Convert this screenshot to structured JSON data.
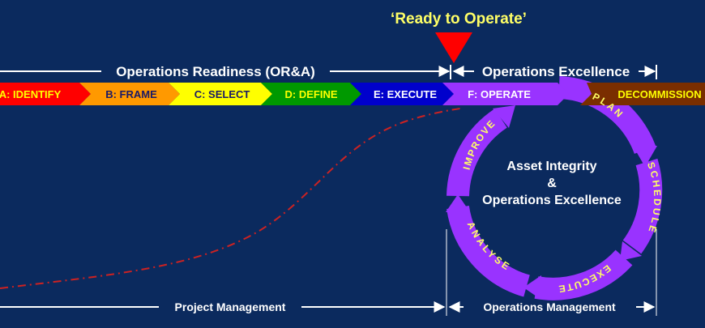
{
  "milestone": {
    "label": "‘Ready to Operate’",
    "color": "#ffff66",
    "marker_color": "#ff0000"
  },
  "top_spans": {
    "readiness": "Operations Readiness (OR&A)",
    "excellence": "Operations Excellence"
  },
  "phases": [
    {
      "label": "A: IDENTIFY",
      "color": "#ff0000",
      "text_color": "#ffff00"
    },
    {
      "label": "B: FRAME",
      "color": "#ff9900",
      "text_color": "#1a1a66"
    },
    {
      "label": "C: SELECT",
      "color": "#ffff00",
      "text_color": "#1a1a66"
    },
    {
      "label": "D: DEFINE",
      "color": "#009900",
      "text_color": "#ffff00"
    },
    {
      "label": "E: EXECUTE",
      "color": "#0000cc",
      "text_color": "#ffffff"
    },
    {
      "label": "F: OPERATE",
      "color": "#9933ff",
      "text_color": "#ffffff"
    },
    {
      "label": "DECOMMISSION",
      "color": "#7a2e00",
      "text_color": "#ffff00"
    }
  ],
  "cycle": {
    "center_line1": "Asset Integrity",
    "center_line2": "&",
    "center_line3": "Operations Excellence",
    "color": "#9933ff",
    "steps": [
      "PLAN",
      "SCHEDULE",
      "EXECUTE",
      "ANALYSE",
      "IMPROVE"
    ],
    "step_text_color": "#ffff66"
  },
  "bottom_spans": {
    "project": "Project Management",
    "operations": "Operations Management"
  },
  "colors": {
    "background": "#0b2a5e",
    "curve": "#cc2222",
    "text": "#ffffff"
  }
}
